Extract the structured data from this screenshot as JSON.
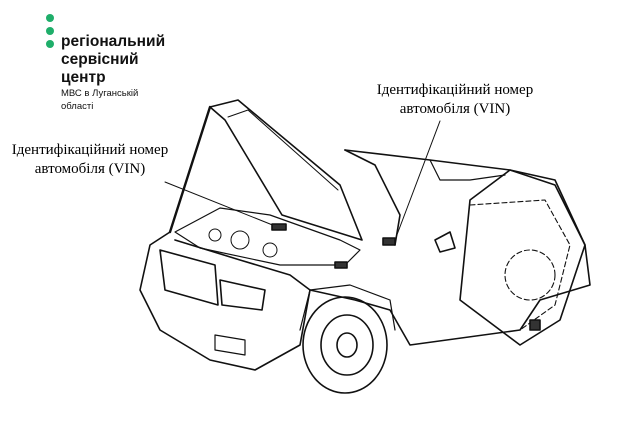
{
  "logo": {
    "line1": "регіональний",
    "line2": "сервісний",
    "line3": "центр",
    "sub1": "МВС в Луганській",
    "sub2": "області",
    "accent": "#1fae6a"
  },
  "labels": {
    "right_line1": "Ідентифікаційний номер",
    "right_line2": "автомобіля (VIN)",
    "left_line1": "Ідентифікаційний номер",
    "left_line2": "автомобіля (VIN)"
  }
}
